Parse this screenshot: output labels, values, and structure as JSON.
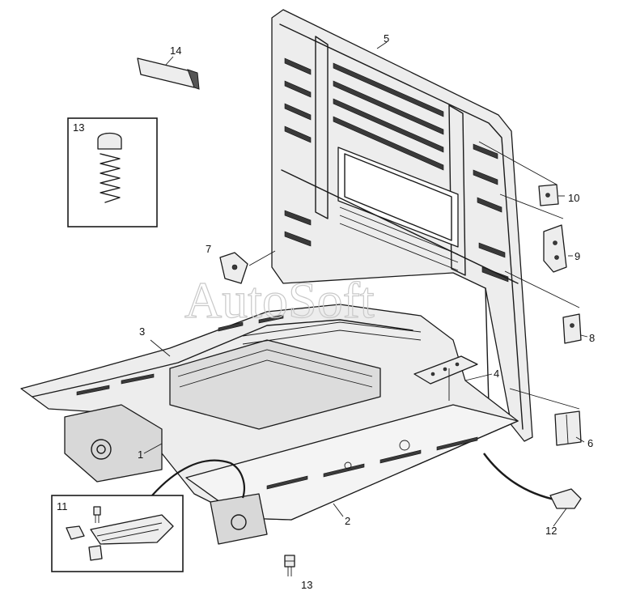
{
  "watermark": "AutoSoft",
  "callouts": {
    "c1": "1",
    "c2": "2",
    "c3": "3",
    "c4": "4",
    "c5": "5",
    "c6": "6",
    "c7": "7",
    "c8": "8",
    "c9": "9",
    "c10": "10",
    "c11": "11",
    "c12": "12",
    "c13_box": "13",
    "c13_bottom": "13",
    "c14": "14"
  }
}
